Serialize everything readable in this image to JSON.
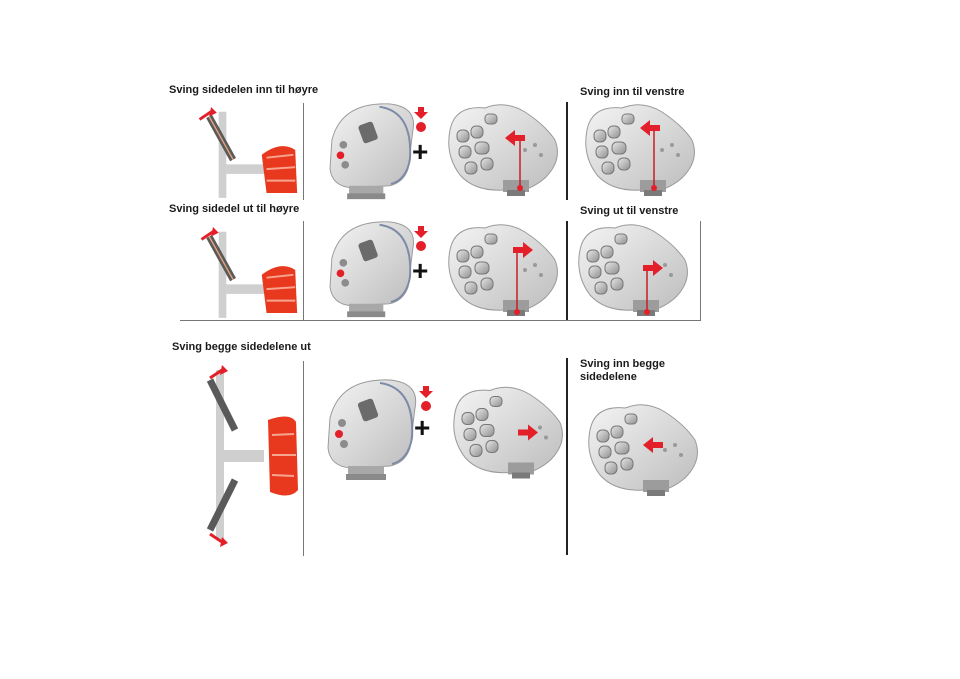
{
  "labels": {
    "row1_left": "Sving sidedelen inn til høyre",
    "row1_right": "Sving inn til venstre",
    "row2_left": "Sving sidedel ut til høyre",
    "row2_right": "Sving ut til venstre",
    "row3_left": "Sving begge sidedelene ut",
    "row3_right_line1": "Sving inn begge",
    "row3_right_line2": "sidedelene"
  },
  "symbols": {
    "plus": "+"
  },
  "colors": {
    "accent": "#e3202a",
    "body": "#d9d9d9",
    "shade": "#9a9a9a",
    "dark": "#555555"
  },
  "icons": [
    "machine-icon",
    "joystick-icon",
    "joystick-buttons-icon",
    "press-arrow-icon"
  ]
}
